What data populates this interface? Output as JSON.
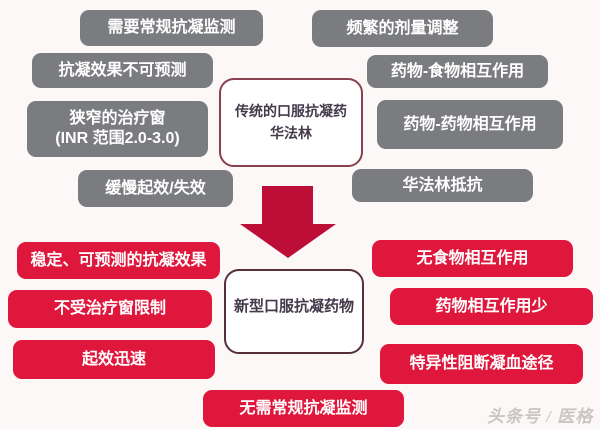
{
  "colors": {
    "background": "#fcf8f8",
    "gray_box": "#7b7c80",
    "red_box": "#e0173c",
    "arrow": "#bd0e38",
    "warfarin_box_border": "#8a4050",
    "noac_box_border": "#55303a",
    "center_text": "#433a4b",
    "box_text": "#ffffff",
    "watermark": "#ccc5c5"
  },
  "warfarin": {
    "center": {
      "line1": "传统的口服抗凝药",
      "line2": "华法林"
    },
    "drawbacks": [
      {
        "label": "需要常规抗凝监测"
      },
      {
        "label": "频繁的剂量调整"
      },
      {
        "label": "抗凝效果不可预测"
      },
      {
        "label": "药物-食物相互作用"
      },
      {
        "label": "狭窄的治疗窗",
        "label2": "(INR 范围2.0-3.0)"
      },
      {
        "label": "药物-药物相互作用"
      },
      {
        "label": "缓慢起效/失效"
      },
      {
        "label": "华法林抵抗"
      }
    ]
  },
  "noac": {
    "center": {
      "line1": "新型口服抗凝药物"
    },
    "benefits": [
      {
        "label": "稳定、可预测的抗凝效果"
      },
      {
        "label": "无食物相互作用"
      },
      {
        "label": "不受治疗窗限制"
      },
      {
        "label": "药物相互作用少"
      },
      {
        "label": "起效迅速"
      },
      {
        "label": "特异性阻断凝血途径"
      },
      {
        "label": "无需常规抗凝监测"
      }
    ]
  },
  "watermark": {
    "text": "头条号 / 医格"
  }
}
